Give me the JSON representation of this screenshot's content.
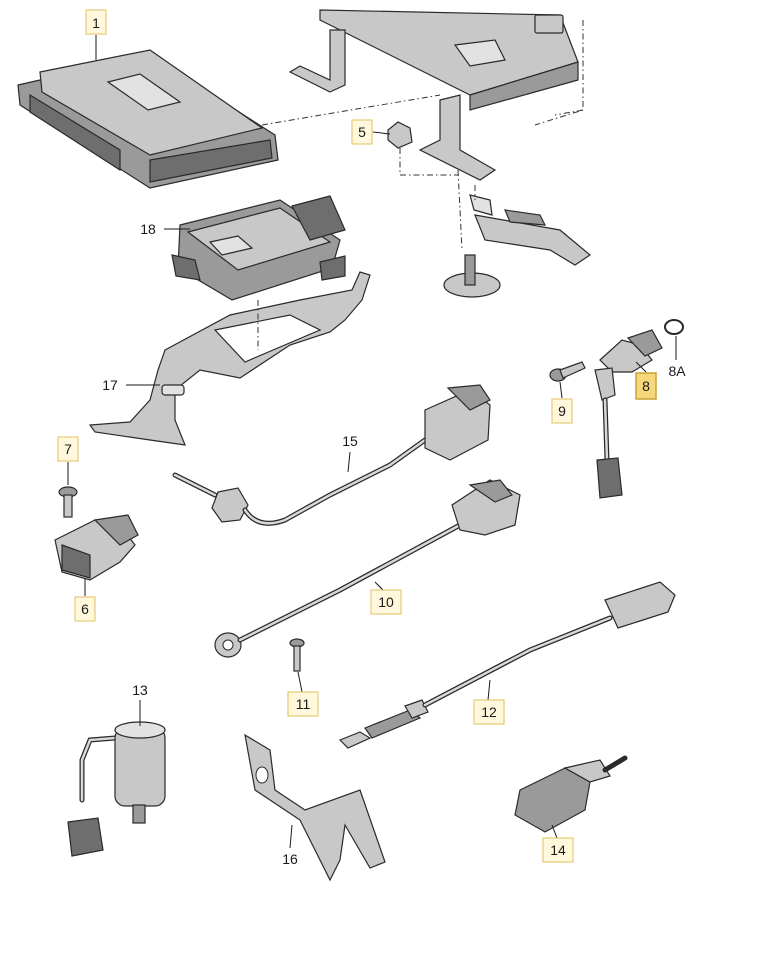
{
  "callouts": [
    {
      "id": "1",
      "label": "1",
      "highlight": false
    },
    {
      "id": "5",
      "label": "5",
      "highlight": false
    },
    {
      "id": "18",
      "label": "18",
      "highlight": false
    },
    {
      "id": "17",
      "label": "17",
      "highlight": false
    },
    {
      "id": "7",
      "label": "7",
      "highlight": false
    },
    {
      "id": "6",
      "label": "6",
      "highlight": false
    },
    {
      "id": "15",
      "label": "15",
      "highlight": false
    },
    {
      "id": "10",
      "label": "10",
      "highlight": false
    },
    {
      "id": "9",
      "label": "9",
      "highlight": false
    },
    {
      "id": "8",
      "label": "8",
      "highlight": true
    },
    {
      "id": "8A",
      "label": "8A",
      "highlight": false
    },
    {
      "id": "12",
      "label": "12",
      "highlight": false
    },
    {
      "id": "11",
      "label": "11",
      "highlight": false
    },
    {
      "id": "13",
      "label": "13",
      "highlight": false
    },
    {
      "id": "16",
      "label": "16",
      "highlight": false
    },
    {
      "id": "14",
      "label": "14",
      "highlight": false
    }
  ],
  "colors": {
    "callout_box": "#fff8dc",
    "callout_box_highlight": "#f6d77a",
    "part_gray": "#9a9a9a"
  }
}
